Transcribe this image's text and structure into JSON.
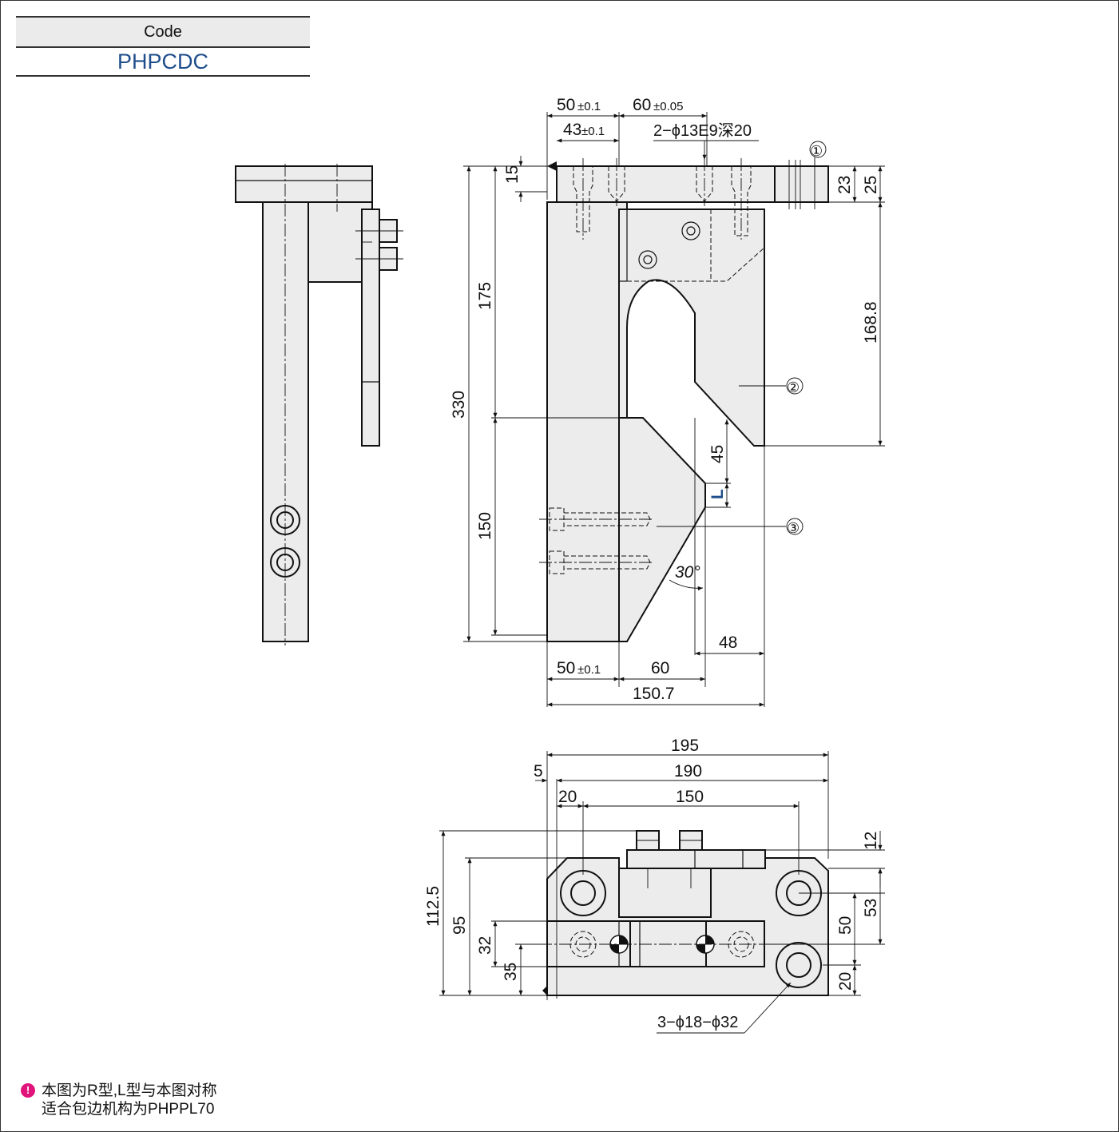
{
  "code_table": {
    "header": "Code",
    "value": "PHPCDC"
  },
  "front_view": {
    "dims": {
      "d50_top": "50",
      "tol_01": "±0.1",
      "d60_top": "60",
      "tol_005": "±0.05",
      "d43": "43",
      "hole_note": "2−ϕ13E9深20",
      "d15": "15",
      "d23": "23",
      "d25": "25",
      "d175": "175",
      "d168_8": "168.8",
      "d330": "330",
      "d45": "45",
      "d_l": "L",
      "d150": "150",
      "d30": "30°",
      "d48": "48",
      "d50_bot": "50",
      "d60_bot": "60",
      "d150_7": "150.7"
    },
    "balloons": [
      "①",
      "②",
      "③"
    ]
  },
  "top_view": {
    "dims": {
      "d195": "195",
      "d5": "5",
      "d190": "190",
      "d20_top": "20",
      "d150": "150",
      "d12": "12",
      "d53": "53",
      "d50": "50",
      "d20_right": "20",
      "d112_5": "112.5",
      "d95": "95",
      "d32": "32",
      "d35": "35",
      "hole_note": "3−ϕ18−ϕ32"
    }
  },
  "note": {
    "line1": "本图为R型,L型与本图对称",
    "line2": "适合包边机构为PHPPL70"
  },
  "colors": {
    "accent": "#1f4e8c",
    "note_icon": "#e0147a",
    "part_fill": "#ececec"
  }
}
